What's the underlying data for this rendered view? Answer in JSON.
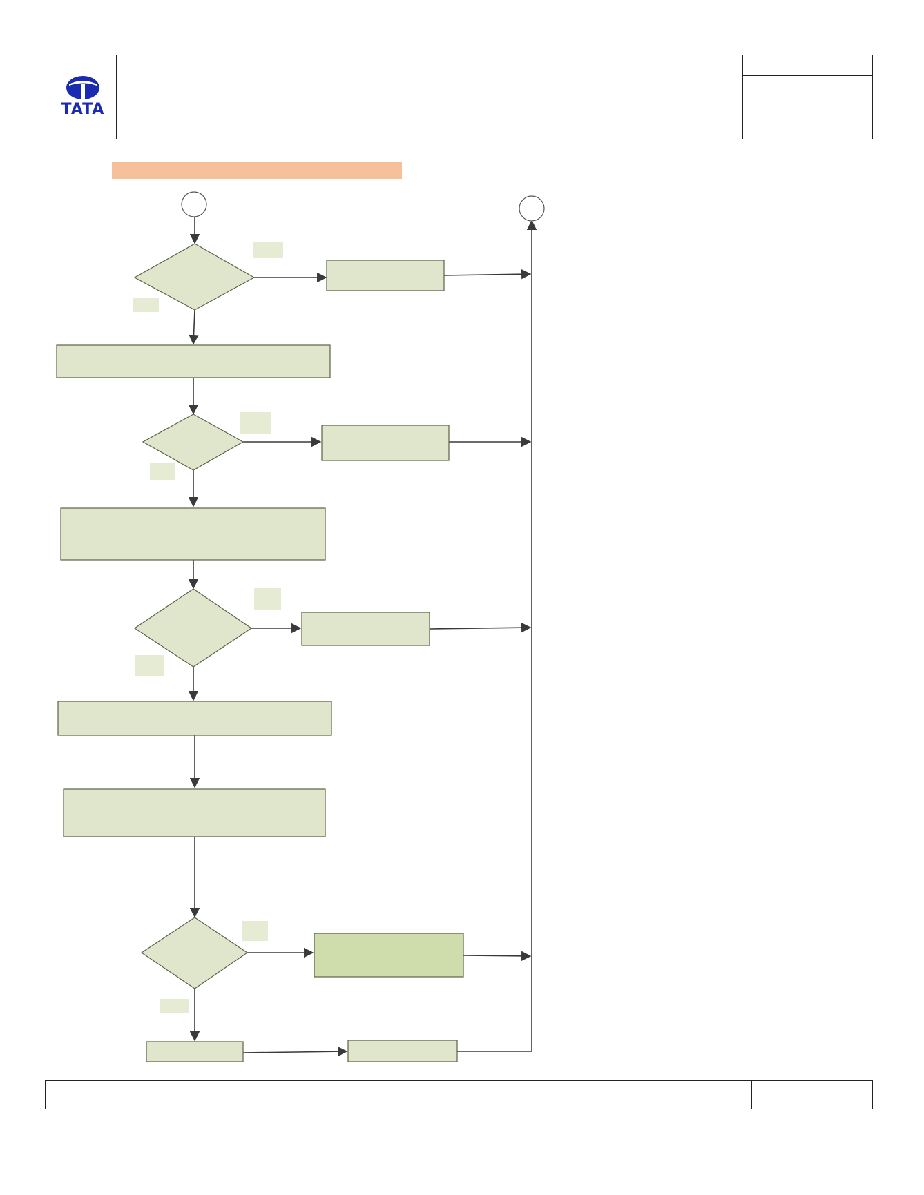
{
  "header": {
    "logo_text": "TATA",
    "title": "",
    "doc_ref": ""
  },
  "section_title": "",
  "footer": {
    "left": "",
    "center": "",
    "right": ""
  },
  "colors": {
    "node_fill": "#dfe6cb",
    "node_fill_highlight": "#cfdcac",
    "node_stroke": "#5a6245",
    "label_fill": "#e6ecd3",
    "connector": "#3a3a3a",
    "title_bar": "#f6c09a",
    "logo_blue": "#1b2bb0"
  },
  "diagram": {
    "terminals": [
      {
        "id": "start",
        "text": ""
      },
      {
        "id": "end",
        "text": ""
      }
    ],
    "decisions": [
      {
        "id": "d1",
        "text": ""
      },
      {
        "id": "d2",
        "text": ""
      },
      {
        "id": "d3",
        "text": ""
      },
      {
        "id": "d4",
        "text": ""
      }
    ],
    "processes": [
      {
        "id": "p1",
        "text": ""
      },
      {
        "id": "p2",
        "text": ""
      },
      {
        "id": "p3",
        "text": ""
      },
      {
        "id": "p4",
        "text": ""
      },
      {
        "id": "p5",
        "text": ""
      },
      {
        "id": "p6",
        "text": ""
      },
      {
        "id": "p7",
        "text": ""
      },
      {
        "id": "p8",
        "text": ""
      },
      {
        "id": "p9",
        "text": ""
      },
      {
        "id": "p10",
        "text": ""
      }
    ],
    "edge_labels": [
      {
        "id": "l1",
        "text": ""
      },
      {
        "id": "l2",
        "text": ""
      },
      {
        "id": "l3",
        "text": ""
      },
      {
        "id": "l4",
        "text": ""
      },
      {
        "id": "l5",
        "text": ""
      },
      {
        "id": "l6",
        "text": ""
      },
      {
        "id": "l7",
        "text": ""
      },
      {
        "id": "l8",
        "text": ""
      }
    ]
  }
}
